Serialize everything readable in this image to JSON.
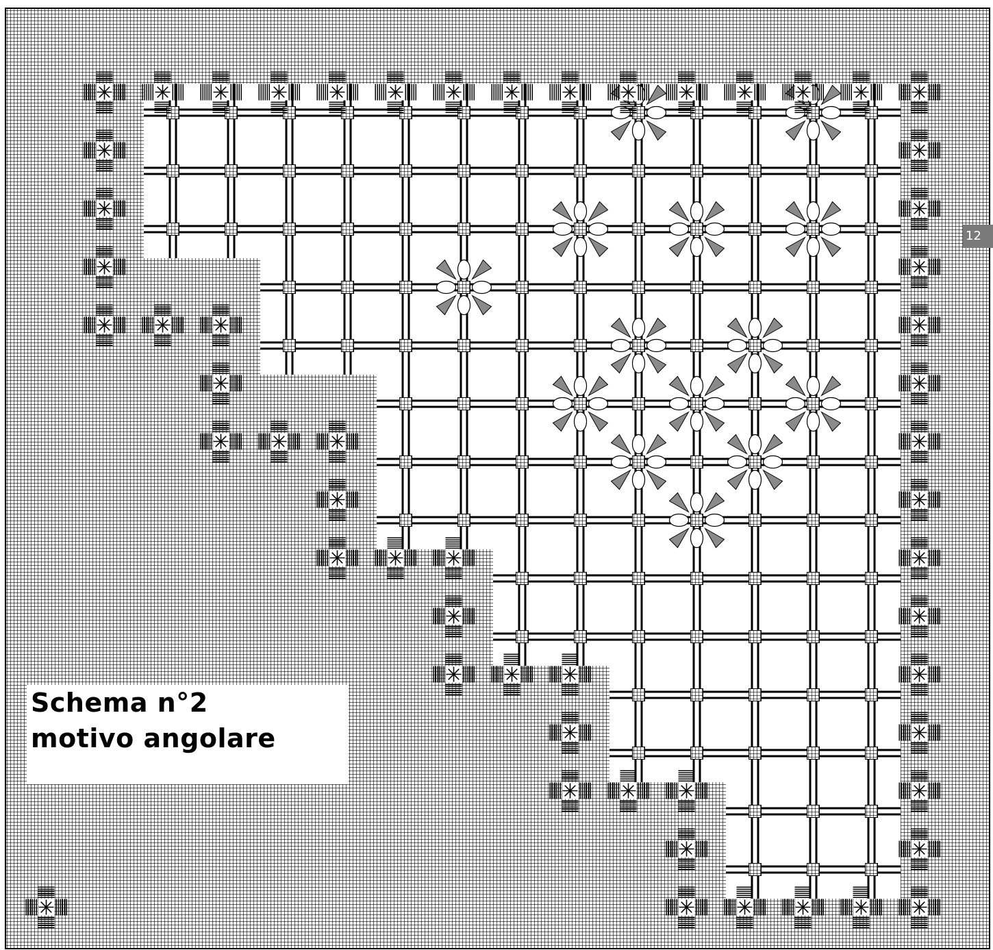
{
  "caption": {
    "line1": "Schema n°2",
    "line2": "motivo angolare"
  },
  "page_number": "12",
  "colors": {
    "grid": "#000000",
    "background": "#ffffff",
    "tab": "#7a7a7a",
    "petal_shade": "#8a8a8a"
  },
  "pattern": {
    "cell_size": 5,
    "block_size": 85,
    "border_star_rows": [
      1,
      2,
      3,
      4,
      5
    ],
    "open_blocks": [
      [
        2,
        1
      ],
      [
        3,
        1
      ],
      [
        4,
        1
      ],
      [
        5,
        1
      ],
      [
        6,
        1
      ],
      [
        7,
        1
      ],
      [
        8,
        1
      ],
      [
        9,
        1
      ],
      [
        10,
        1
      ],
      [
        11,
        1
      ],
      [
        12,
        1
      ],
      [
        13,
        1
      ],
      [
        14,
        1
      ],
      [
        2,
        2
      ],
      [
        3,
        2
      ],
      [
        4,
        2
      ],
      [
        5,
        2
      ],
      [
        6,
        2
      ],
      [
        7,
        2
      ],
      [
        8,
        2
      ],
      [
        9,
        2
      ],
      [
        10,
        2
      ],
      [
        11,
        2
      ],
      [
        12,
        2
      ],
      [
        13,
        2
      ],
      [
        14,
        2
      ],
      [
        2,
        3
      ],
      [
        3,
        3
      ],
      [
        4,
        3
      ],
      [
        5,
        3
      ],
      [
        6,
        3
      ],
      [
        7,
        3
      ],
      [
        8,
        3
      ],
      [
        9,
        3
      ],
      [
        10,
        3
      ],
      [
        11,
        3
      ],
      [
        12,
        3
      ],
      [
        13,
        3
      ],
      [
        14,
        3
      ],
      [
        4,
        4
      ],
      [
        5,
        4
      ],
      [
        6,
        4
      ],
      [
        7,
        4
      ],
      [
        8,
        4
      ],
      [
        9,
        4
      ],
      [
        10,
        4
      ],
      [
        11,
        4
      ],
      [
        12,
        4
      ],
      [
        13,
        4
      ],
      [
        14,
        4
      ],
      [
        4,
        5
      ],
      [
        5,
        5
      ],
      [
        6,
        5
      ],
      [
        7,
        5
      ],
      [
        8,
        5
      ],
      [
        9,
        5
      ],
      [
        10,
        5
      ],
      [
        11,
        5
      ],
      [
        12,
        5
      ],
      [
        13,
        5
      ],
      [
        14,
        5
      ],
      [
        6,
        6
      ],
      [
        7,
        6
      ],
      [
        8,
        6
      ],
      [
        9,
        6
      ],
      [
        10,
        6
      ],
      [
        11,
        6
      ],
      [
        12,
        6
      ],
      [
        13,
        6
      ],
      [
        14,
        6
      ],
      [
        6,
        7
      ],
      [
        7,
        7
      ],
      [
        8,
        7
      ],
      [
        9,
        7
      ],
      [
        10,
        7
      ],
      [
        11,
        7
      ],
      [
        12,
        7
      ],
      [
        13,
        7
      ],
      [
        14,
        7
      ],
      [
        6,
        8
      ],
      [
        7,
        8
      ],
      [
        8,
        8
      ],
      [
        9,
        8
      ],
      [
        10,
        8
      ],
      [
        11,
        8
      ],
      [
        12,
        8
      ],
      [
        13,
        8
      ],
      [
        14,
        8
      ],
      [
        8,
        9
      ],
      [
        9,
        9
      ],
      [
        10,
        9
      ],
      [
        11,
        9
      ],
      [
        12,
        9
      ],
      [
        13,
        9
      ],
      [
        14,
        9
      ],
      [
        8,
        10
      ],
      [
        9,
        10
      ],
      [
        10,
        10
      ],
      [
        11,
        10
      ],
      [
        12,
        10
      ],
      [
        13,
        10
      ],
      [
        14,
        10
      ],
      [
        10,
        11
      ],
      [
        11,
        11
      ],
      [
        12,
        11
      ],
      [
        13,
        11
      ],
      [
        14,
        11
      ],
      [
        10,
        12
      ],
      [
        11,
        12
      ],
      [
        12,
        12
      ],
      [
        13,
        12
      ],
      [
        14,
        12
      ],
      [
        12,
        13
      ],
      [
        13,
        13
      ],
      [
        14,
        13
      ],
      [
        12,
        14
      ],
      [
        13,
        14
      ],
      [
        14,
        14
      ]
    ],
    "flower_blocks": [
      [
        10,
        1
      ],
      [
        13,
        1
      ],
      [
        9,
        3
      ],
      [
        11,
        3
      ],
      [
        13,
        3
      ],
      [
        7,
        4
      ],
      [
        10,
        5
      ],
      [
        12,
        5
      ],
      [
        9,
        6
      ],
      [
        11,
        6
      ],
      [
        13,
        6
      ],
      [
        10,
        7
      ],
      [
        12,
        7
      ],
      [
        11,
        8
      ]
    ],
    "star_blocks": [
      [
        1,
        1
      ],
      [
        2,
        1
      ],
      [
        3,
        1
      ],
      [
        4,
        1
      ],
      [
        5,
        1
      ],
      [
        6,
        1
      ],
      [
        7,
        1
      ],
      [
        8,
        1
      ],
      [
        9,
        1
      ],
      [
        10,
        1
      ],
      [
        11,
        1
      ],
      [
        12,
        1
      ],
      [
        13,
        1
      ],
      [
        14,
        1
      ],
      [
        15,
        1
      ],
      [
        1,
        2
      ],
      [
        1,
        3
      ],
      [
        1,
        4
      ],
      [
        1,
        5
      ],
      [
        2,
        5
      ],
      [
        3,
        5
      ],
      [
        3,
        6
      ],
      [
        3,
        7
      ],
      [
        4,
        7
      ],
      [
        5,
        7
      ],
      [
        5,
        8
      ],
      [
        5,
        9
      ],
      [
        6,
        9
      ],
      [
        7,
        9
      ],
      [
        7,
        10
      ],
      [
        7,
        11
      ],
      [
        8,
        11
      ],
      [
        9,
        11
      ],
      [
        9,
        12
      ],
      [
        9,
        13
      ],
      [
        10,
        13
      ],
      [
        11,
        13
      ],
      [
        11,
        14
      ],
      [
        11,
        15
      ],
      [
        12,
        15
      ],
      [
        13,
        15
      ],
      [
        14,
        15
      ],
      [
        15,
        15
      ],
      [
        15,
        2
      ],
      [
        15,
        3
      ],
      [
        15,
        4
      ],
      [
        15,
        5
      ],
      [
        15,
        6
      ],
      [
        15,
        7
      ],
      [
        15,
        8
      ],
      [
        15,
        9
      ],
      [
        15,
        10
      ],
      [
        15,
        11
      ],
      [
        15,
        12
      ],
      [
        15,
        13
      ],
      [
        15,
        14
      ],
      [
        0,
        15
      ]
    ]
  }
}
